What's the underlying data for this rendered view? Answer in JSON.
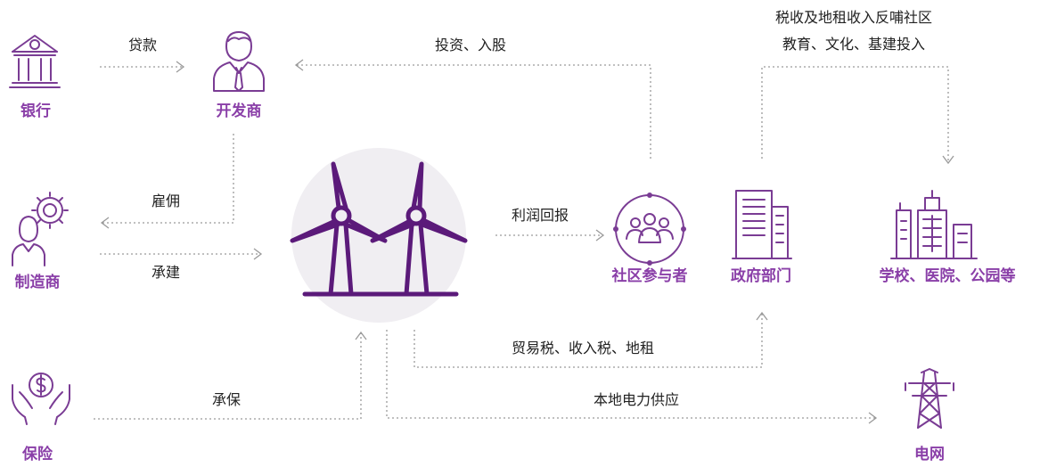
{
  "colors": {
    "accent": "#8a3fa8",
    "icon": "#7a3c94",
    "turbine": "#5b1a7a",
    "circle_bg": "#f0eef2",
    "arrow": "#9a9a9a",
    "text": "#222222"
  },
  "nodes": {
    "bank": {
      "label": "银行",
      "icon": "bank-icon"
    },
    "developer": {
      "label": "开发商",
      "icon": "businessman-icon"
    },
    "manufacturer": {
      "label": "制造商",
      "icon": "worker-gear-icon"
    },
    "insurance": {
      "label": "保险",
      "icon": "hands-dollar-icon"
    },
    "turbines": {
      "icon": "wind-turbine-icon"
    },
    "community": {
      "label": "社区参与者",
      "icon": "community-group-icon"
    },
    "government": {
      "label": "政府部门",
      "icon": "office-building-icon"
    },
    "public": {
      "label": "学校、医院、公园等",
      "icon": "city-buildings-icon"
    },
    "grid": {
      "label": "电网",
      "icon": "power-tower-icon"
    }
  },
  "flows": {
    "loan": "贷款",
    "invest": "投资、入股",
    "employ": "雇佣",
    "build": "承建",
    "insure": "承保",
    "profit": "利润回报",
    "tax": "贸易税、收入税、地租",
    "power": "本地电力供应",
    "reinvest_line1": "税收及地租收入反哺社区",
    "reinvest_line2": "教育、文化、基建投入"
  }
}
